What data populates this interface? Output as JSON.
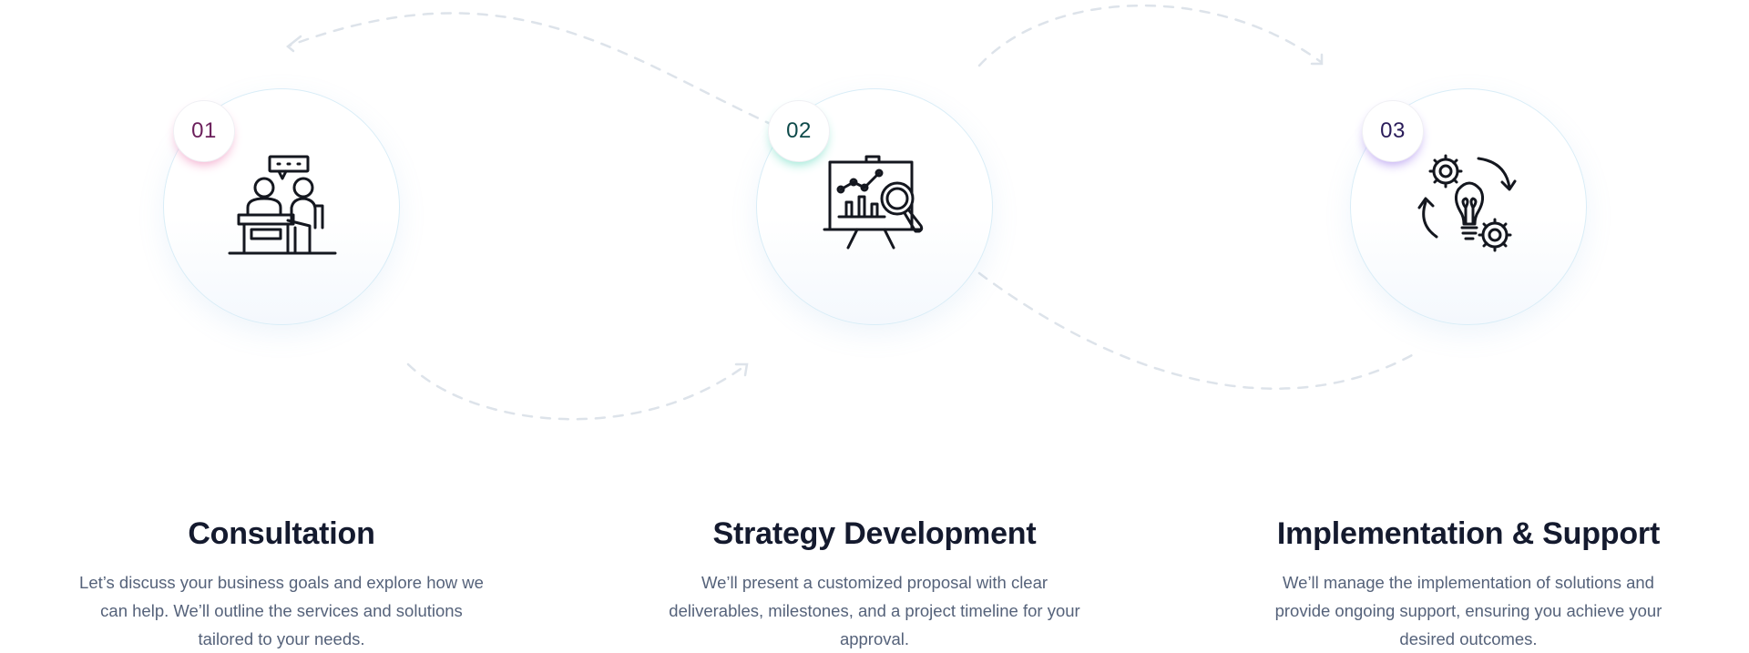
{
  "steps": [
    {
      "number": "01",
      "title": "Consultation",
      "description": "Let’s discuss your business goals and explore how we can help. We’ll outline the services and solutions tailored to your needs.",
      "icon": "consultation-meeting-icon",
      "badge_color": "#6b1f5b",
      "badge_glow": "#f2a3c8"
    },
    {
      "number": "02",
      "title": "Strategy Development",
      "description": "We’ll present a customized proposal with clear deliverables, milestones, and a project timeline for your approval.",
      "icon": "presentation-analytics-icon",
      "badge_color": "#0e4a4a",
      "badge_glow": "#8be3cf"
    },
    {
      "number": "03",
      "title": "Implementation & Support",
      "description": "We’ll manage the implementation of solutions and provide ongoing support, ensuring you achieve your desired outcomes.",
      "icon": "idea-gears-cycle-icon",
      "badge_color": "#2a1c5a",
      "badge_glow": "#b69cf0"
    }
  ],
  "colors": {
    "heading": "#141a2e",
    "body_text": "#55627a",
    "connector": "#dde3ea",
    "circle_border": "#d9edf7"
  }
}
